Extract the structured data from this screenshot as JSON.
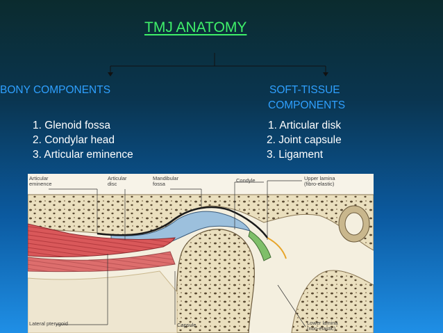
{
  "title": "TMJ ANATOMY",
  "left": {
    "heading": "BONY COMPONENTS",
    "items": [
      "1. Glenoid fossa",
      "2. Condylar head",
      "3. Articular eminence"
    ]
  },
  "right": {
    "heading_line1": "SOFT-TISSUE",
    "heading_line2": "COMPONENTS",
    "items": [
      "1. Articular disk",
      "2. Joint capsule",
      "3. Ligament"
    ]
  },
  "figure_labels": {
    "articular_eminence": [
      "Articular",
      "eminence"
    ],
    "articular_disc": [
      "Articular",
      "disc"
    ],
    "mandibular_fossa": [
      "Mandibular",
      "fossa"
    ],
    "condyle": "Condyle",
    "upper_lamina": [
      "Upper lamina",
      "(fibro-elastic)"
    ],
    "lateral_pterygoid": "Lateral pterygoid",
    "capsule": "Capsule",
    "lower_lamina": [
      "Lower lamina",
      "(non-elastic)"
    ]
  },
  "colors": {
    "title": "#3ff06a",
    "heading": "#2fa0ff",
    "text": "#ffffff",
    "bone": "#e9dcb8",
    "muscle": "#d9585a",
    "disc": "#9cc0dd"
  }
}
